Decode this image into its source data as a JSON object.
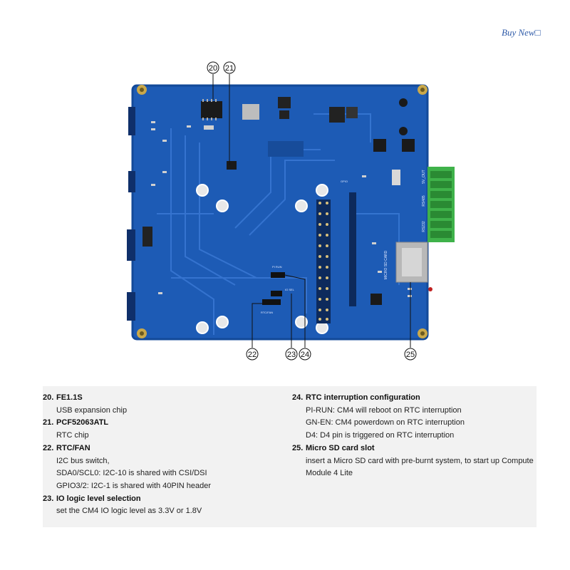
{
  "badge": {
    "text": "Buy  New□"
  },
  "callouts": [
    "20",
    "21",
    "22",
    "23",
    "24",
    "25"
  ],
  "board": {
    "color": "#1d5bb5",
    "terminal_color": "#3fb24a",
    "labels": {
      "rs485": "RS485",
      "rs232": "RS232",
      "out5v": "5V_OUT",
      "sd": "MICRO SD CARD",
      "pi_run": "PI RUN",
      "gpio": "GPIO",
      "rtc_fan": "RTC/FAN",
      "io_sel": "IO SEL"
    }
  },
  "legend": {
    "left": [
      {
        "num": "20.",
        "title": "FE1.1S",
        "lines": [
          "USB expansion chip"
        ]
      },
      {
        "num": "21.",
        "title": "PCF52063ATL",
        "lines": [
          "RTC chip"
        ]
      },
      {
        "num": "22.",
        "title": "RTC/FAN",
        "lines": [
          "I2C bus switch,",
          "SDA0/SCL0: I2C-10 is shared with CSI/DSI",
          "GPIO3/2: I2C-1 is shared with 40PIN header"
        ]
      },
      {
        "num": "23.",
        "title": "IO logic level selection",
        "lines": [
          "set the CM4 IO logic level as 3.3V or 1.8V"
        ]
      }
    ],
    "right": [
      {
        "num": "24.",
        "title": "RTC interruption configuration",
        "lines": [
          "PI-RUN: CM4 will reboot on RTC interruption",
          "GN-EN: CM4 powerdown on RTC interruption",
          "D4: D4 pin is triggered on RTC interruption"
        ]
      },
      {
        "num": "25.",
        "title": "Micro SD card slot",
        "lines": [
          "insert a Micro SD card with pre-burnt system, to start up Compute",
          "Module 4 Lite"
        ]
      }
    ]
  }
}
